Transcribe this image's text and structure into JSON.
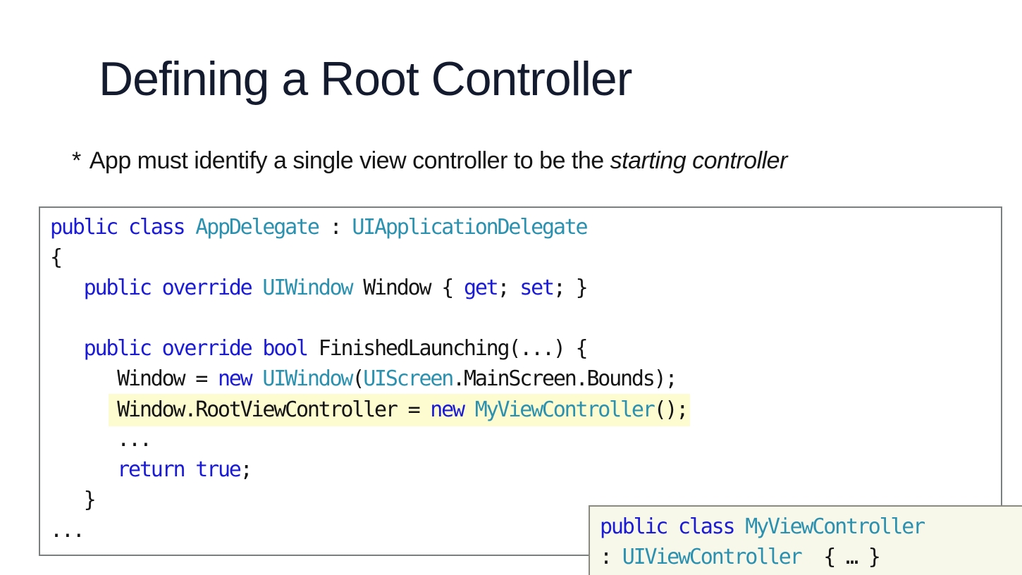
{
  "slide": {
    "title": "Defining a Root Controller",
    "bullet": {
      "marker": "*",
      "text": "App must identify a single view controller to be the ",
      "emphasis": "starting controller"
    }
  },
  "code_main": {
    "lines": [
      [
        {
          "t": "public",
          "c": "kw"
        },
        {
          "t": " ",
          "c": "pl"
        },
        {
          "t": "class",
          "c": "kw"
        },
        {
          "t": " ",
          "c": "pl"
        },
        {
          "t": "AppDelegate",
          "c": "ty"
        },
        {
          "t": " : ",
          "c": "pl"
        },
        {
          "t": "UIApplicationDelegate",
          "c": "ty"
        }
      ],
      [
        {
          "t": "{",
          "c": "pl"
        }
      ],
      [
        {
          "t": "   ",
          "c": "pl"
        },
        {
          "t": "public",
          "c": "kw"
        },
        {
          "t": " ",
          "c": "pl"
        },
        {
          "t": "override",
          "c": "kw"
        },
        {
          "t": " ",
          "c": "pl"
        },
        {
          "t": "UIWindow",
          "c": "ty"
        },
        {
          "t": " Window { ",
          "c": "pl"
        },
        {
          "t": "get",
          "c": "kw"
        },
        {
          "t": "; ",
          "c": "pl"
        },
        {
          "t": "set",
          "c": "kw"
        },
        {
          "t": "; }",
          "c": "pl"
        }
      ],
      [
        {
          "t": "",
          "c": "pl"
        }
      ],
      [
        {
          "t": "   ",
          "c": "pl"
        },
        {
          "t": "public",
          "c": "kw"
        },
        {
          "t": " ",
          "c": "pl"
        },
        {
          "t": "override",
          "c": "kw"
        },
        {
          "t": " ",
          "c": "pl"
        },
        {
          "t": "bool",
          "c": "kw"
        },
        {
          "t": " FinishedLaunching(...) {",
          "c": "pl"
        }
      ],
      [
        {
          "t": "      Window = ",
          "c": "pl"
        },
        {
          "t": "new",
          "c": "kw"
        },
        {
          "t": " ",
          "c": "pl"
        },
        {
          "t": "UIWindow",
          "c": "ty"
        },
        {
          "t": "(",
          "c": "pl"
        },
        {
          "t": "UIScreen",
          "c": "ty"
        },
        {
          "t": ".MainScreen.Bounds);",
          "c": "pl"
        }
      ],
      [
        {
          "t": "      ",
          "c": "pl"
        },
        {
          "hl": [
            {
              "t": "Window.RootViewController = ",
              "c": "pl"
            },
            {
              "t": "new",
              "c": "kw"
            },
            {
              "t": " ",
              "c": "pl"
            },
            {
              "t": "MyViewController",
              "c": "ty"
            },
            {
              "t": "();",
              "c": "pl"
            }
          ]
        }
      ],
      [
        {
          "t": "      ...",
          "c": "pl"
        }
      ],
      [
        {
          "t": "      ",
          "c": "pl"
        },
        {
          "t": "return",
          "c": "kw"
        },
        {
          "t": " ",
          "c": "pl"
        },
        {
          "t": "true",
          "c": "kw"
        },
        {
          "t": ";",
          "c": "pl"
        }
      ],
      [
        {
          "t": "   }",
          "c": "pl"
        }
      ],
      [
        {
          "t": "...",
          "c": "pl"
        }
      ]
    ]
  },
  "code_popup": {
    "lines": [
      [
        {
          "t": "public",
          "c": "kw"
        },
        {
          "t": " ",
          "c": "pl"
        },
        {
          "t": "class",
          "c": "kw"
        },
        {
          "t": " ",
          "c": "pl"
        },
        {
          "t": "MyViewController",
          "c": "ty"
        }
      ],
      [
        {
          "t": ": ",
          "c": "pl"
        },
        {
          "t": "UIViewController",
          "c": "ty"
        },
        {
          "t": "  { … }",
          "c": "pl"
        }
      ]
    ]
  },
  "colors": {
    "keyword": "#1b1bd6",
    "type": "#2b91af",
    "plain": "#141414",
    "highlight": "#fdfbd0",
    "title": "#141b2e"
  }
}
